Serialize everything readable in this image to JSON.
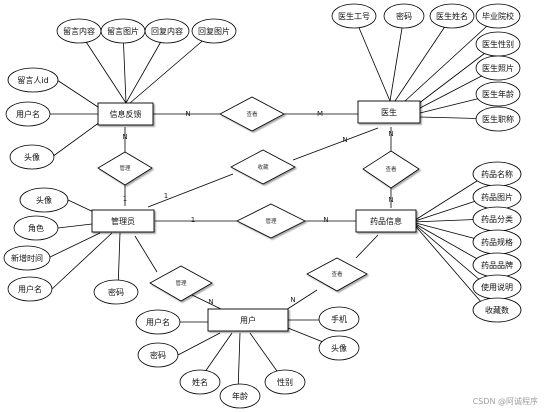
{
  "entities": {
    "feedback": "信息反馈",
    "doctor": "医生",
    "admin": "管理员",
    "drug": "药品信息",
    "user": "用户"
  },
  "relationships": {
    "view_feedback": "查看",
    "manage_feedback": "管理",
    "collect": "收藏",
    "manage_drug": "管理",
    "manage_user": "管理",
    "view_drug": "查看",
    "doctor_view": "查看"
  },
  "attributes": {
    "feedback": [
      "留言内容",
      "留言图片",
      "回复内容",
      "回复图片",
      "留言人id",
      "用户名",
      "头像"
    ],
    "doctor": [
      "医生工号",
      "密码",
      "医生姓名",
      "毕业院校",
      "医生性别",
      "医生照片",
      "医生年龄",
      "医生职称"
    ],
    "admin": [
      "头像",
      "角色",
      "新增时间",
      "用户名",
      "密码"
    ],
    "drug": [
      "药品名称",
      "药品图片",
      "药品分类",
      "药品规格",
      "药品品牌",
      "使用说明",
      "收藏数"
    ],
    "user": [
      "用户名",
      "密码",
      "姓名",
      "年龄",
      "性别",
      "头像",
      "手机"
    ]
  },
  "cardinality": {
    "n": "N",
    "m": "M",
    "one": "1"
  },
  "watermark": "CSDN @阿诚程序"
}
